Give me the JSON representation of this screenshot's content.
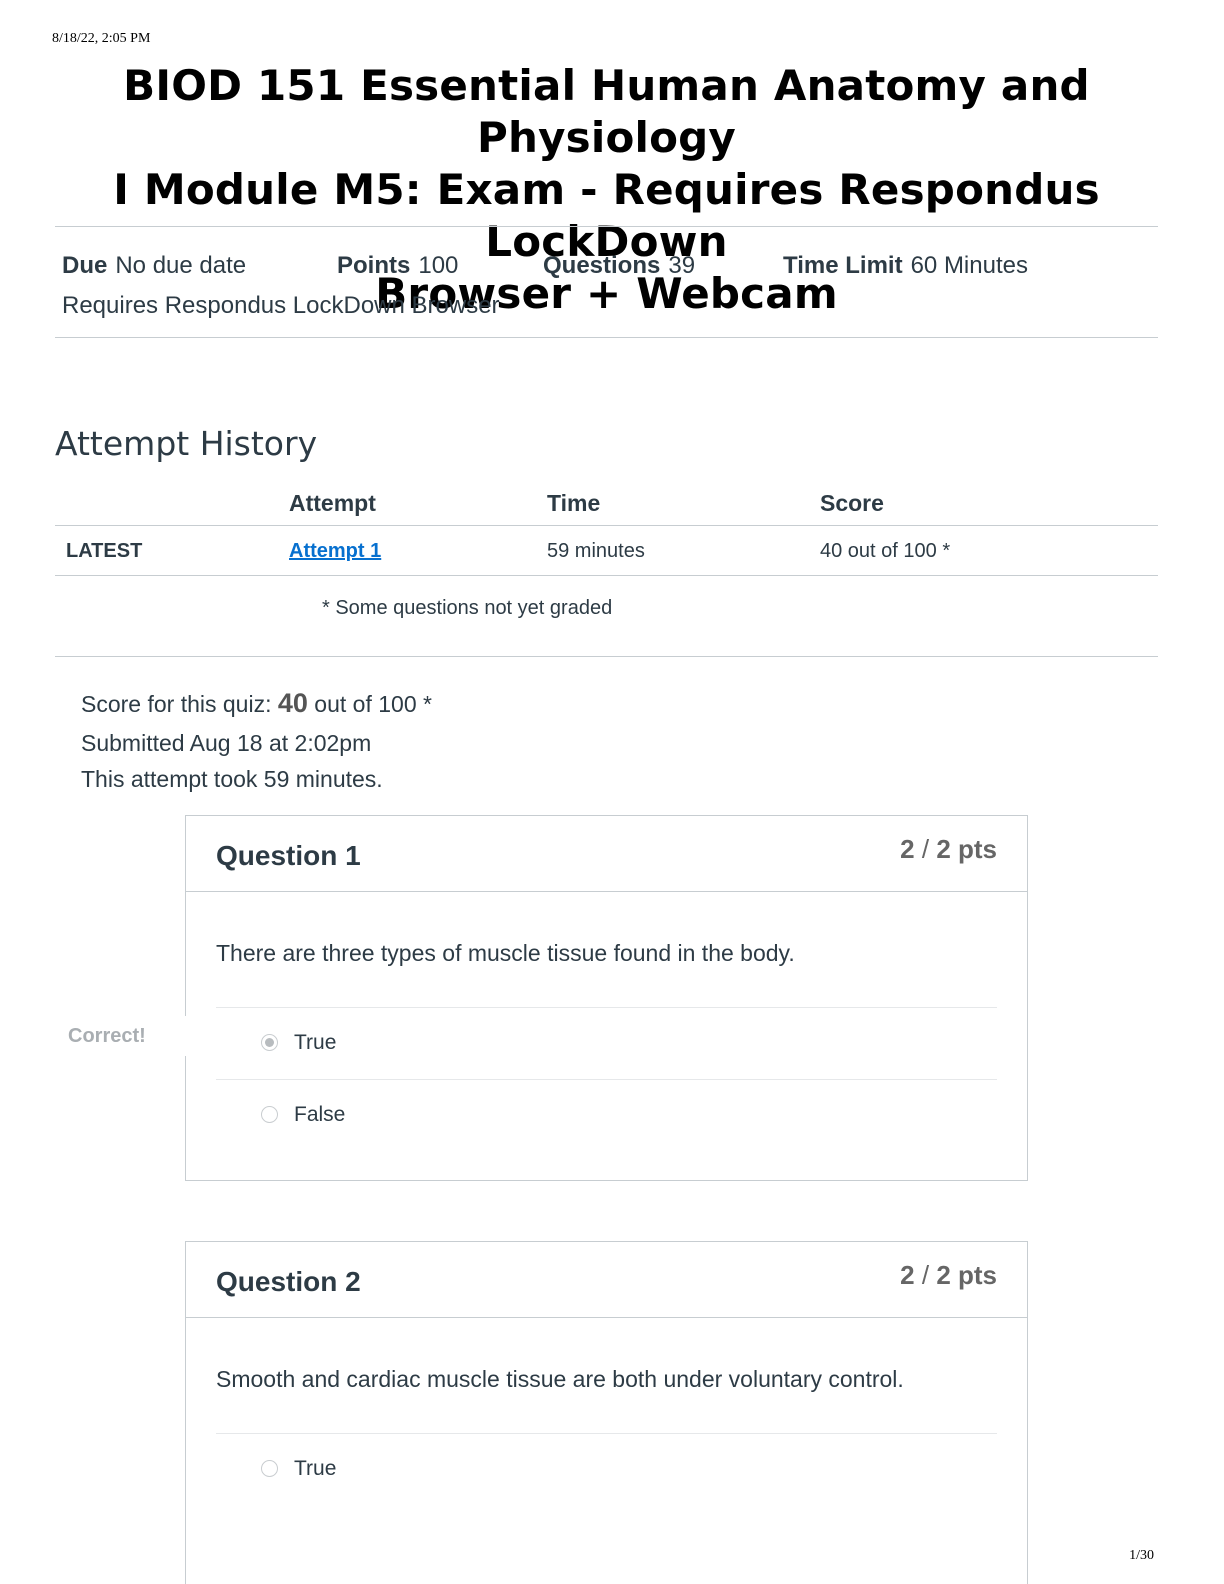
{
  "header": {
    "print_stamp": "8/18/22, 2:05 PM",
    "page_number": "1/30"
  },
  "title": {
    "line1": "BIOD 151 Essential Human Anatomy and Physiology",
    "line2": "I Module M5: Exam - Requires Respondus LockDown",
    "line3": "Browser + Webcam"
  },
  "details": {
    "due_label": "Due",
    "due_value": "No due date",
    "points_label": "Points",
    "points_value": "100",
    "questions_label": "Questions",
    "questions_value": "39",
    "time_limit_label": "Time Limit",
    "time_limit_value": "60 Minutes",
    "requirement": "Requires Respondus LockDown Browser"
  },
  "attempt_history": {
    "heading": "Attempt History",
    "columns": [
      "",
      "Attempt",
      "Time",
      "Score"
    ],
    "rows": [
      {
        "tag": "LATEST",
        "attempt": "Attempt 1",
        "time": "59 minutes",
        "score": "40 out of 100 *"
      }
    ],
    "footnote": "* Some questions not yet graded"
  },
  "summary": {
    "score_prefix": "Score for this quiz:",
    "score_value": "40",
    "score_suffix": "out of 100 *",
    "submitted": "Submitted Aug 18 at 2:02pm",
    "duration": "This attempt took 59 minutes."
  },
  "questions": [
    {
      "title": "Question 1",
      "earned": "2",
      "slash": "/",
      "possible": "2 pts",
      "text": "There are three types of muscle tissue found in the body.",
      "flag": "Correct!",
      "answers": [
        {
          "label": "True",
          "selected": true
        },
        {
          "label": "False",
          "selected": false
        }
      ]
    },
    {
      "title": "Question 2",
      "earned": "2",
      "slash": "/",
      "possible": "2 pts",
      "text": "Smooth and cardiac muscle tissue are both under voluntary control.",
      "answers": [
        {
          "label": "True",
          "selected": false
        }
      ]
    }
  ]
}
